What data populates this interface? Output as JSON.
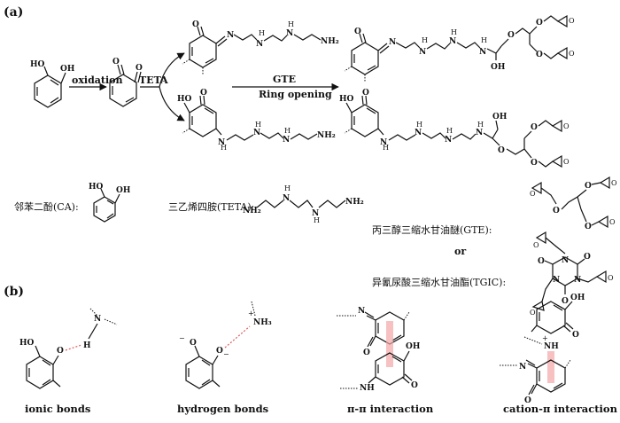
{
  "panels": {
    "a": "(a)",
    "b": "(b)"
  },
  "scheme": {
    "step_oxidation": "oxidation",
    "step_teta": "TETA",
    "step_gte": "GTE",
    "step_ring_opening": "Ring opening"
  },
  "atoms": {
    "O": "O",
    "OH": "OH",
    "HO": "HO",
    "N": "N",
    "H": "H",
    "NH": "NH",
    "NH2": "NH₂",
    "NH3": "NH₃",
    "plus": "+",
    "minus": "−"
  },
  "legend": {
    "ca": "邻苯二酚(CA):",
    "teta": "三乙烯四胺(TETA):",
    "gte": "丙三醇三缩水甘油醚(GTE):",
    "or": "or",
    "tgic": "异氰尿酸三缩水甘油酯(TGIC):"
  },
  "interactions": {
    "ionic": "ionic bonds",
    "hydrogen": "hydrogen bonds",
    "pipi": "π-π interaction",
    "cationpi": "cation-π interaction"
  },
  "colors": {
    "interaction_line": "#e05a5a",
    "stack_fill": "#f4a6a6"
  }
}
